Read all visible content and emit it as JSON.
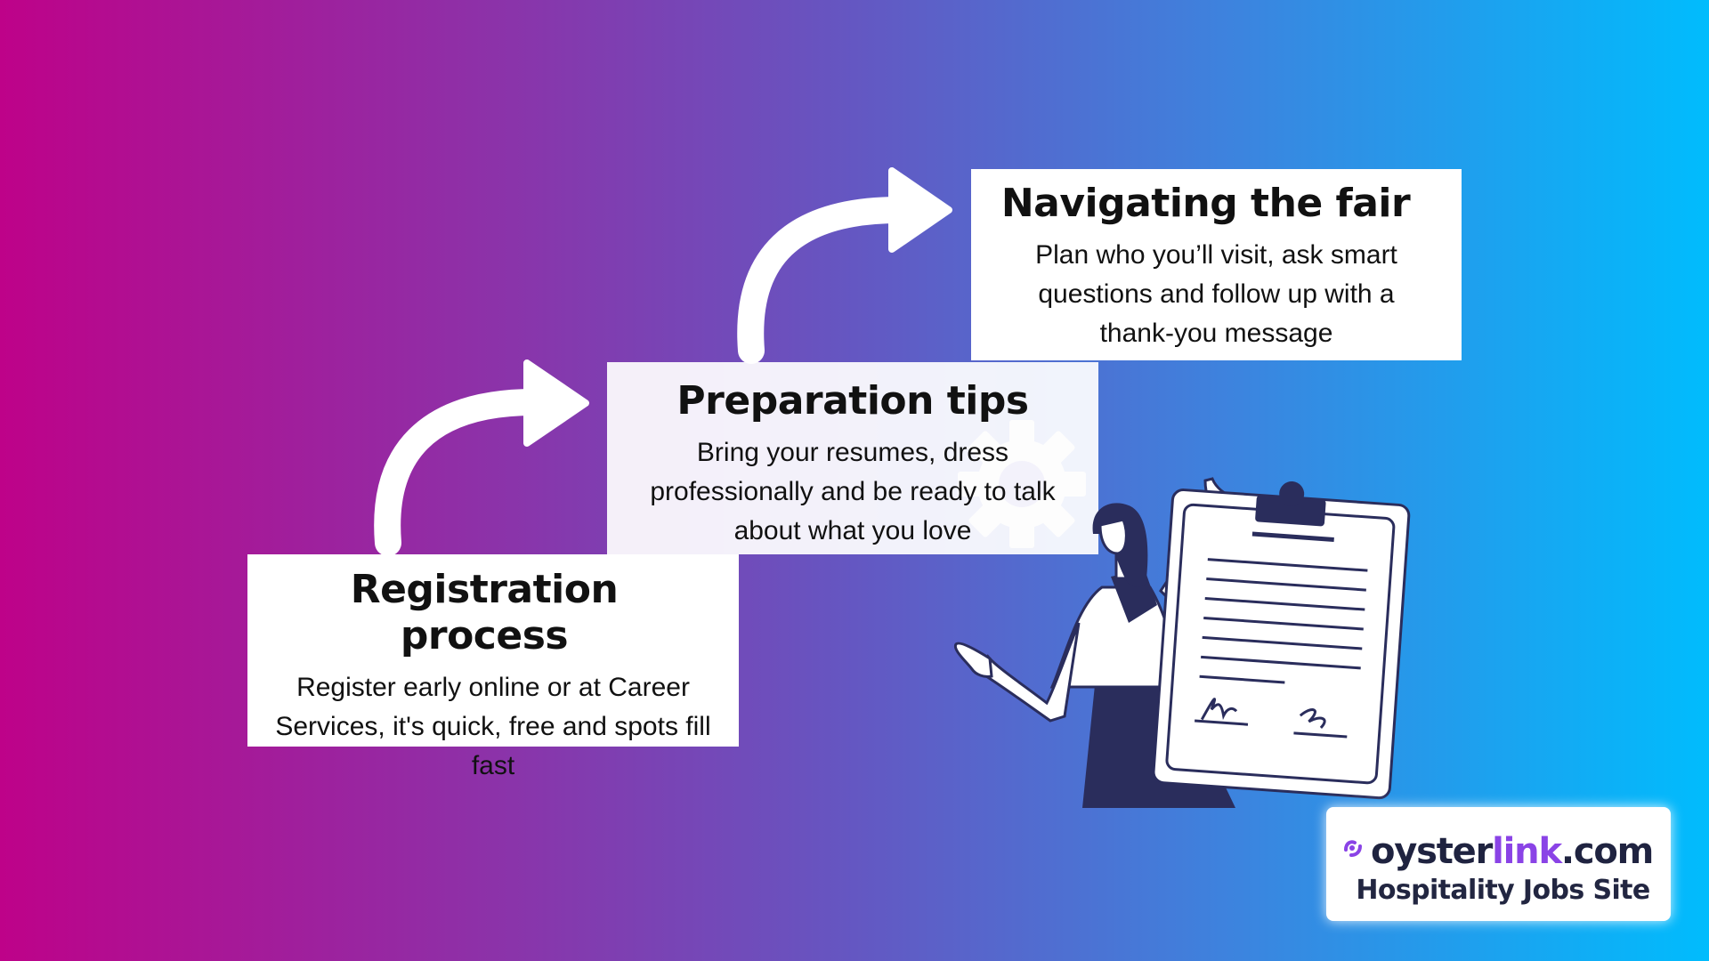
{
  "steps": [
    {
      "title": "Registration process",
      "text": "Register early online or at Career Services, it's quick, free and spots fill fast"
    },
    {
      "title": "Preparation tips",
      "text": "Bring your resumes, dress professionally and be ready to talk about what you love"
    },
    {
      "title": "Navigating the fair",
      "text": "Plan who you’ll visit, ask smart questions and follow up with a thank-you message"
    }
  ],
  "icons": [
    "curved-arrow-icon",
    "gear-icon",
    "woman-with-clipboard-illustration"
  ],
  "brand": {
    "part1": "oyster",
    "part2": "link",
    "part3": ".com",
    "tagline": "Hospitality Jobs Site",
    "accent_color": "#8a43e6",
    "dark_color": "#1f2340"
  },
  "colors": {
    "gradient_left": "#BE0289",
    "gradient_right": "#00BCFD",
    "card_bg": "#ffffff",
    "illustration_navy": "#2a2d5c"
  }
}
